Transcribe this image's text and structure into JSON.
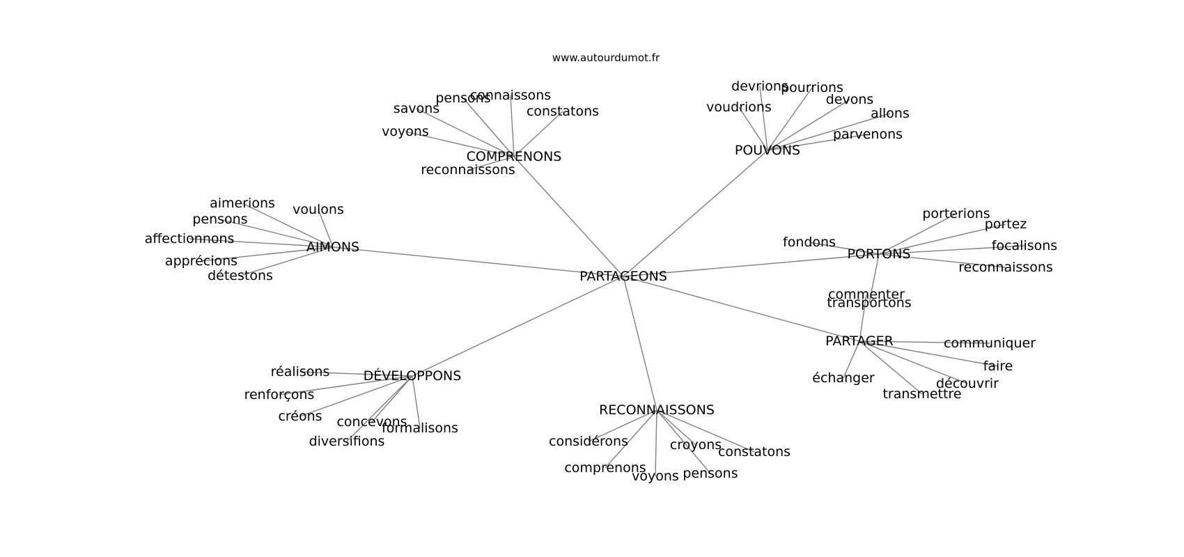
{
  "site": "www.autourdumot.fr",
  "center": "PARTAGEONS",
  "branches": [
    {
      "label": "COMPRENONS",
      "children": [
        "connaissons",
        "pensons",
        "savons",
        "constatons",
        "voyons",
        "reconnaissons"
      ]
    },
    {
      "label": "POUVONS",
      "children": [
        "devrions",
        "pourrions",
        "voudrions",
        "devons",
        "allons",
        "parvenons"
      ]
    },
    {
      "label": "AIMONS",
      "children": [
        "aimerions",
        "voulons",
        "pensons",
        "affectionnons",
        "apprécions",
        "détestons"
      ]
    },
    {
      "label": "PORTONS",
      "children": [
        "porterions",
        "portez",
        "fondons",
        "focalisons",
        "reconnaissons",
        "transportons"
      ]
    },
    {
      "label": "PARTAGER",
      "children": [
        "commenter",
        "communiquer",
        "faire",
        "découvrir",
        "échanger",
        "transmettre"
      ]
    },
    {
      "label": "DÉVELOPPONS",
      "children": [
        "réalisons",
        "renforçons",
        "créons",
        "concevons",
        "formalisons",
        "diversifions"
      ]
    },
    {
      "label": "RECONNAISSONS",
      "children": [
        "considérons",
        "croyons",
        "constatons",
        "comprenons",
        "voyons",
        "pensons"
      ]
    }
  ]
}
